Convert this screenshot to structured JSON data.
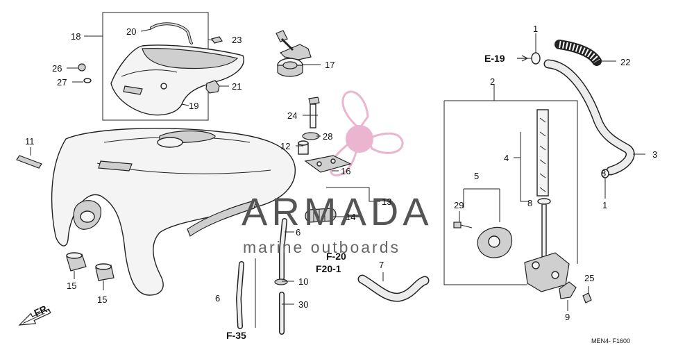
{
  "callouts": {
    "n1a": "1",
    "n1b": "1",
    "n2": "2",
    "n3": "3",
    "n4": "4",
    "n5": "5",
    "n6a": "6",
    "n6b": "6",
    "n7": "7",
    "n8a": "8",
    "n8b": "8",
    "n9": "9",
    "n10": "10",
    "n11": "11",
    "n12": "12",
    "n13": "13",
    "n14": "14",
    "n15a": "15",
    "n15b": "15",
    "n16": "16",
    "n17": "17",
    "n18": "18",
    "n19": "19",
    "n20": "20",
    "n21": "21",
    "n22": "22",
    "n23": "23",
    "n24": "24",
    "n25": "25",
    "n26": "26",
    "n27": "27",
    "n28": "28",
    "n29": "29",
    "n30": "30"
  },
  "refs": {
    "e19": "E-19",
    "f20": "F-20",
    "f20_1": "F20-1",
    "f35": "F-35",
    "fr": "FR."
  },
  "diagram_code": "MEN4- F1600",
  "watermark": {
    "title": "ARMADA",
    "subtitle": "marine outboards"
  }
}
